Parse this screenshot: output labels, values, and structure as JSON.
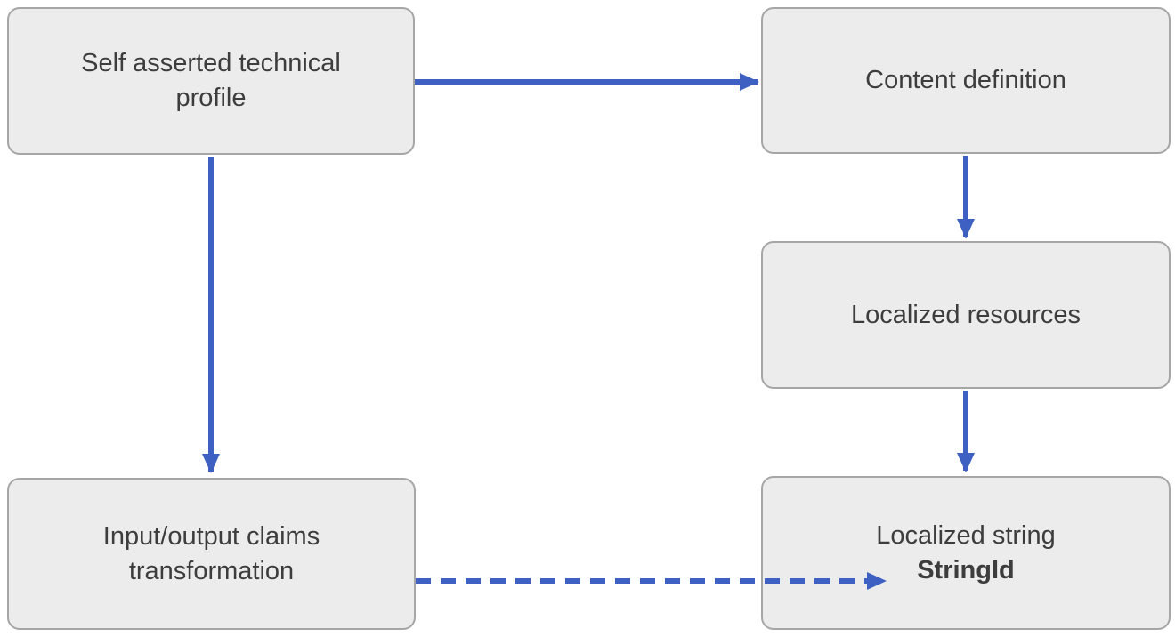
{
  "diagram": {
    "description": "Flow diagram linking a self-asserted technical profile to localized string resources",
    "colors": {
      "background": "#ffffff",
      "node_fill": "#ececec",
      "node_border": "#a6a6a6",
      "node_text": "#3d3d3d",
      "arrow": "#3d60c2"
    },
    "nodes": [
      {
        "id": "self-asserted-technical-profile",
        "line1": "Self asserted technical",
        "line2": "profile"
      },
      {
        "id": "content-definition",
        "line1": "Content definition"
      },
      {
        "id": "localized-resources",
        "line1": "Localized resources"
      },
      {
        "id": "input-output-claims-transformation",
        "line1": "Input/output claims",
        "line2": "transformation"
      },
      {
        "id": "localized-string",
        "line1": "Localized string",
        "line2": "StringId",
        "line2_emphasis": "bold"
      }
    ],
    "edges": [
      {
        "from": "self-asserted-technical-profile",
        "to": "content-definition",
        "style": "solid",
        "direction": "right"
      },
      {
        "from": "self-asserted-technical-profile",
        "to": "input-output-claims-transformation",
        "style": "solid",
        "direction": "down"
      },
      {
        "from": "content-definition",
        "to": "localized-resources",
        "style": "solid",
        "direction": "down"
      },
      {
        "from": "localized-resources",
        "to": "localized-string",
        "style": "solid",
        "direction": "down"
      },
      {
        "from": "input-output-claims-transformation",
        "to": "localized-string",
        "style": "dashed",
        "direction": "right",
        "points_at": "StringId"
      }
    ]
  }
}
